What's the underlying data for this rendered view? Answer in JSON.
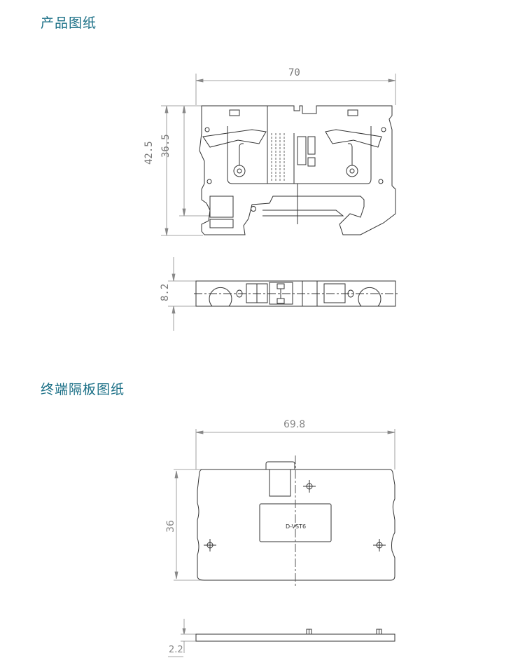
{
  "sections": {
    "product_drawing": {
      "title": "产品图纸"
    },
    "end_plate_drawing": {
      "title": "终端隔板图纸"
    }
  },
  "product_front_view": {
    "width_dim": "70",
    "height_dim_total": "42.5",
    "height_dim_body": "36.5"
  },
  "product_top_view": {
    "thickness_dim": "8.2"
  },
  "end_plate_front_view": {
    "width_dim": "69.8",
    "height_dim": "36",
    "label": "D-VST6"
  },
  "end_plate_side_view": {
    "thickness_dim": "2.2"
  },
  "colors": {
    "title": "#1a6f86",
    "line": "#333333",
    "dim_line": "#888888"
  }
}
